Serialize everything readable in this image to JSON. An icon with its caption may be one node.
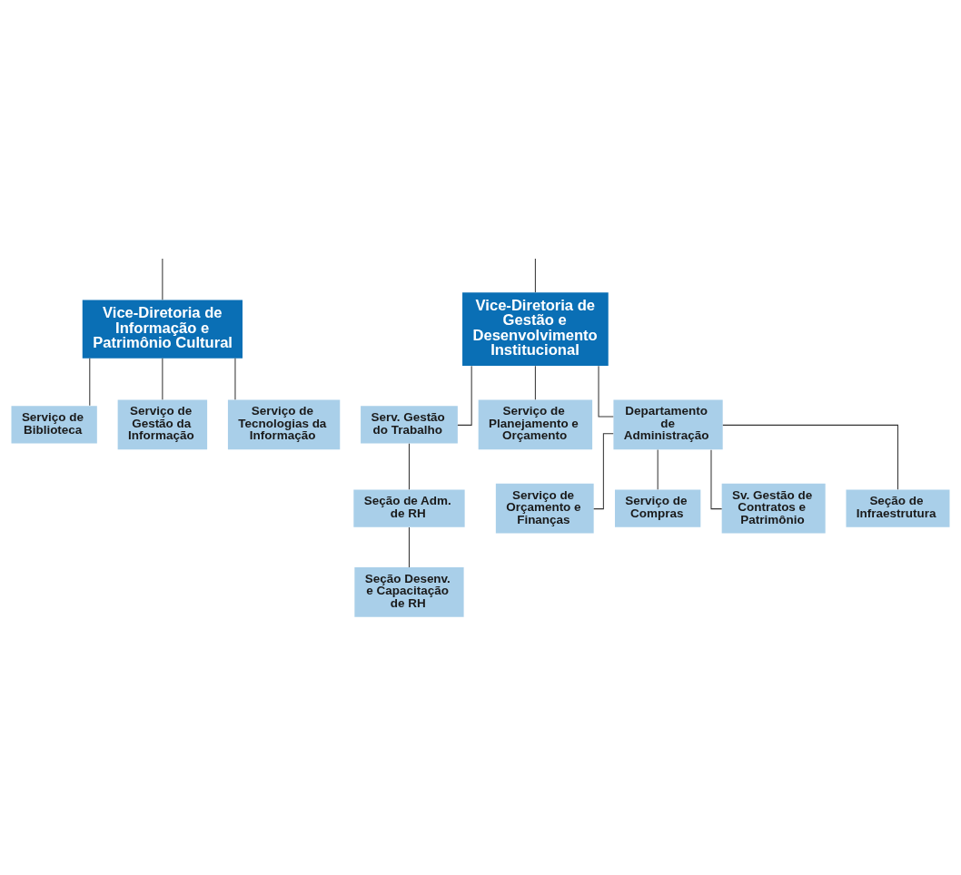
{
  "diagram": {
    "nodes": [
      {
        "text": [
          "Vice-Diretoria de Informação e Patrimônio Cultural"
        ]
      },
      {
        "text": [
          "Vice-Diretoria de Gestão e Desenvolvimento Institucional"
        ]
      },
      {
        "text": [
          "Serviço de Biblioteca"
        ]
      },
      {
        "text": [
          "Serviço de Gestão da Informação"
        ]
      },
      {
        "text": [
          "Serviço de Tecnologias da Informação"
        ]
      },
      {
        "text": [
          "Serv. Gestão do Trabalho"
        ]
      },
      {
        "text": [
          "Serviço de Planejamento e Orçamento"
        ]
      },
      {
        "text": [
          "Seção de Adm. de RH"
        ]
      },
      {
        "text": [
          "Seção Desenv. e Capacitação de RH"
        ]
      },
      {
        "text": [
          "Departamento de Administração"
        ]
      },
      {
        "text": [
          "Serviço de Orçamento e Finanças"
        ]
      },
      {
        "text": [
          "Serviço de Compras"
        ]
      },
      {
        "text": [
          "Sv. Gestão de Contratos e Patrimônio"
        ]
      },
      {
        "text": [
          "Seção de Infraestrutura"
        ]
      }
    ],
    "edges": [
      {
        "from": null,
        "to": 0,
        "arrow": "none"
      },
      {
        "from": null,
        "to": 1,
        "arrow": "none"
      },
      {
        "from": 0,
        "to": 2,
        "arrow": "none"
      },
      {
        "from": 0,
        "to": 3,
        "arrow": "none"
      },
      {
        "from": 0,
        "to": 4,
        "arrow": "none"
      },
      {
        "from": 1,
        "to": 5,
        "arrow": "none"
      },
      {
        "from": 1,
        "to": 6,
        "arrow": "none"
      },
      {
        "from": 5,
        "to": 7,
        "arrow": "none"
      },
      {
        "from": 7,
        "to": 8,
        "arrow": "none"
      },
      {
        "from": 1,
        "to": 9,
        "arrow": "none"
      },
      {
        "from": 9,
        "to": 10,
        "arrow": "none"
      },
      {
        "from": 9,
        "to": 11,
        "arrow": "none"
      },
      {
        "from": 9,
        "to": 12,
        "arrow": "none"
      },
      {
        "from": 9,
        "to": 13,
        "arrow": "none"
      }
    ]
  }
}
